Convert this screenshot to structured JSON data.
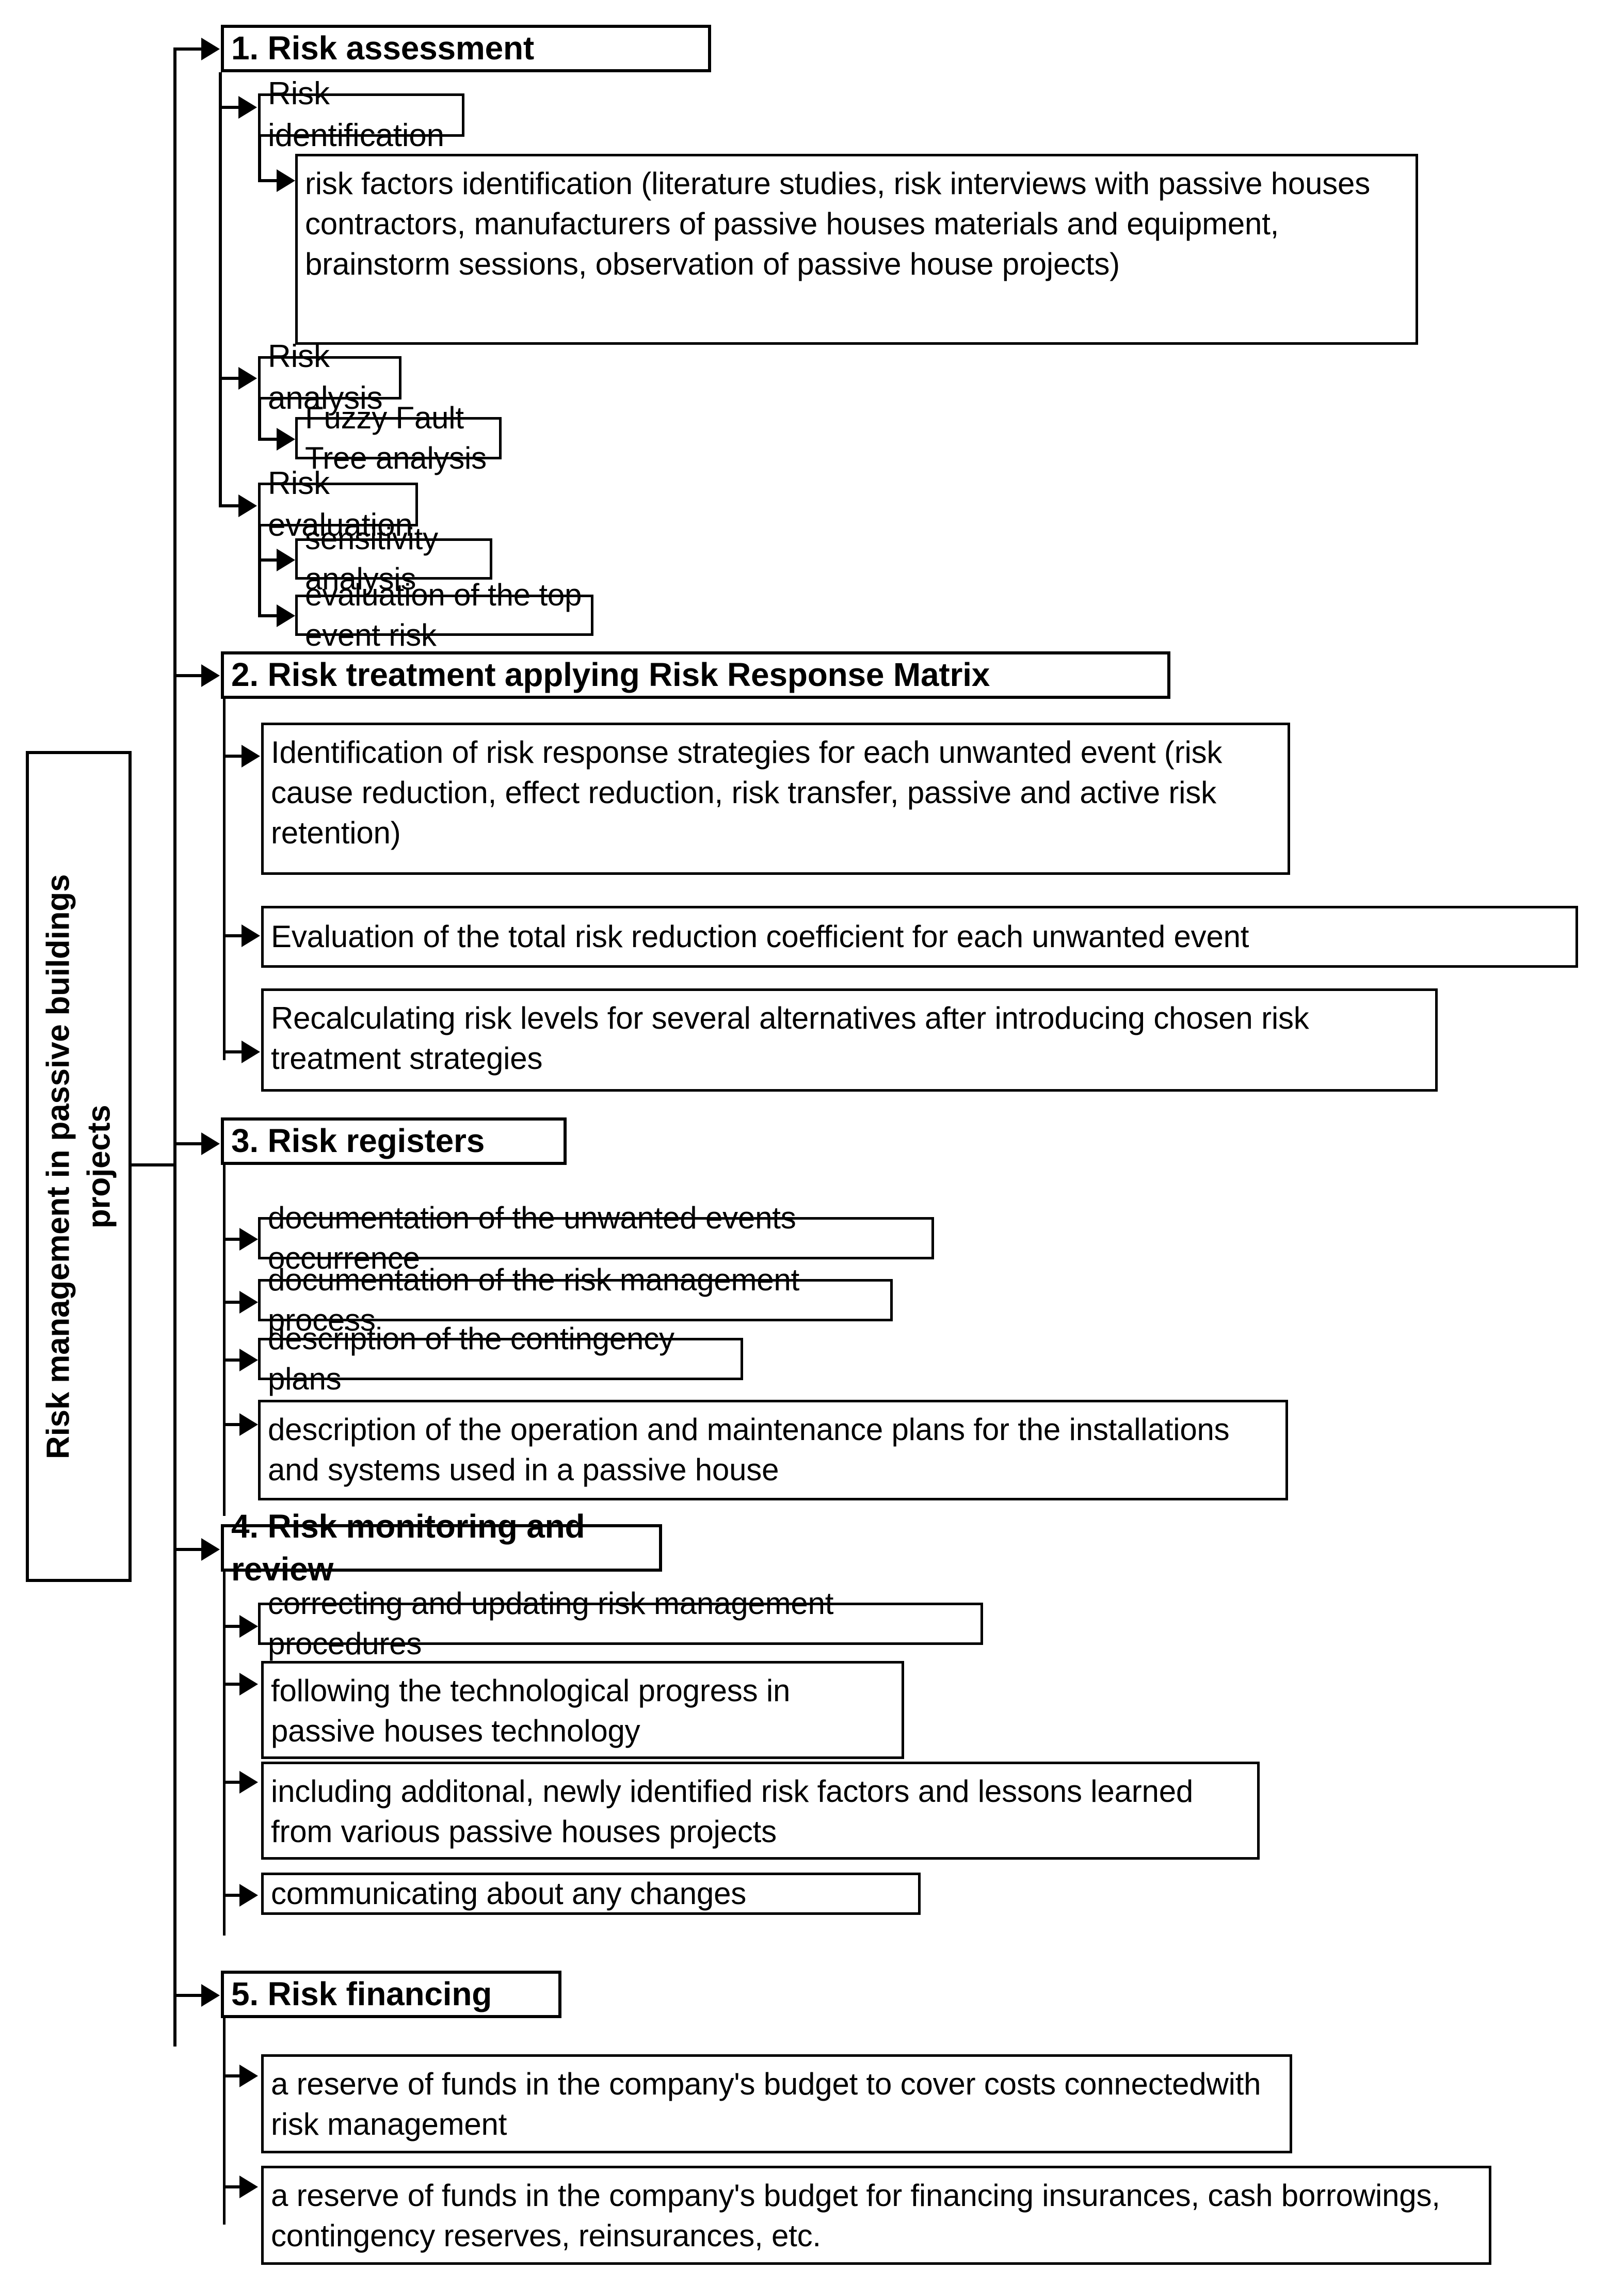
{
  "diagram": {
    "title": "Risk management in passive buildings projects",
    "side_label": "Risk management in passive buildings\nprojects",
    "side_label_line1": "Risk management in passive buildings",
    "side_label_line2": "projects",
    "sections": [
      {
        "id": "1",
        "heading": "1. Risk assessment",
        "subsections": [
          {
            "heading": "Risk identification",
            "items": [
              "risk factors identification (literature studies, risk interviews with passive houses contractors, manufacturers of passive houses materials and equipment, brainstorm sessions, observation of passive house projects)"
            ]
          },
          {
            "heading": "Risk analysis",
            "items": [
              "Fuzzy Fault Tree analysis"
            ]
          },
          {
            "heading": "Risk evaluation",
            "items": [
              "sensitivity analysis",
              "evaluation of the top event risk"
            ]
          }
        ]
      },
      {
        "id": "2",
        "heading": "2. Risk treatment applying Risk Response Matrix",
        "items": [
          "Identification of risk response strategies for each unwanted event  (risk cause reduction, effect reduction, risk transfer, passive and active risk retention)",
          "Evaluation of the total risk reduction coefficient for each unwanted event",
          "Recalculating risk levels for several alternatives after introducing chosen risk treatment strategies"
        ]
      },
      {
        "id": "3",
        "heading": "3. Risk registers",
        "items": [
          "documentation of the unwanted events occurrence",
          "documentation of the risk management process",
          "description of the contingency plans",
          "description of the operation and maintenance plans for the installations and systems used in a passive house"
        ]
      },
      {
        "id": "4",
        "heading": "4. Risk monitoring and review",
        "items": [
          "correcting and updating risk management procedures",
          "following the technological progress in passive houses technology",
          "including additonal, newly identified risk factors and lessons learned from various passive houses projects",
          "communicating about any changes"
        ]
      },
      {
        "id": "5",
        "heading": "5. Risk financing",
        "items": [
          "a reserve of funds in the company's budget to cover costs connectedwith risk management",
          "a reserve of funds in the company's budget for financing insurances, cash borrowings, contingency reserves, reinsurances, etc."
        ]
      }
    ],
    "colors": {
      "stroke": "#000000",
      "fill": "#ffffff",
      "text": "#000000"
    }
  }
}
